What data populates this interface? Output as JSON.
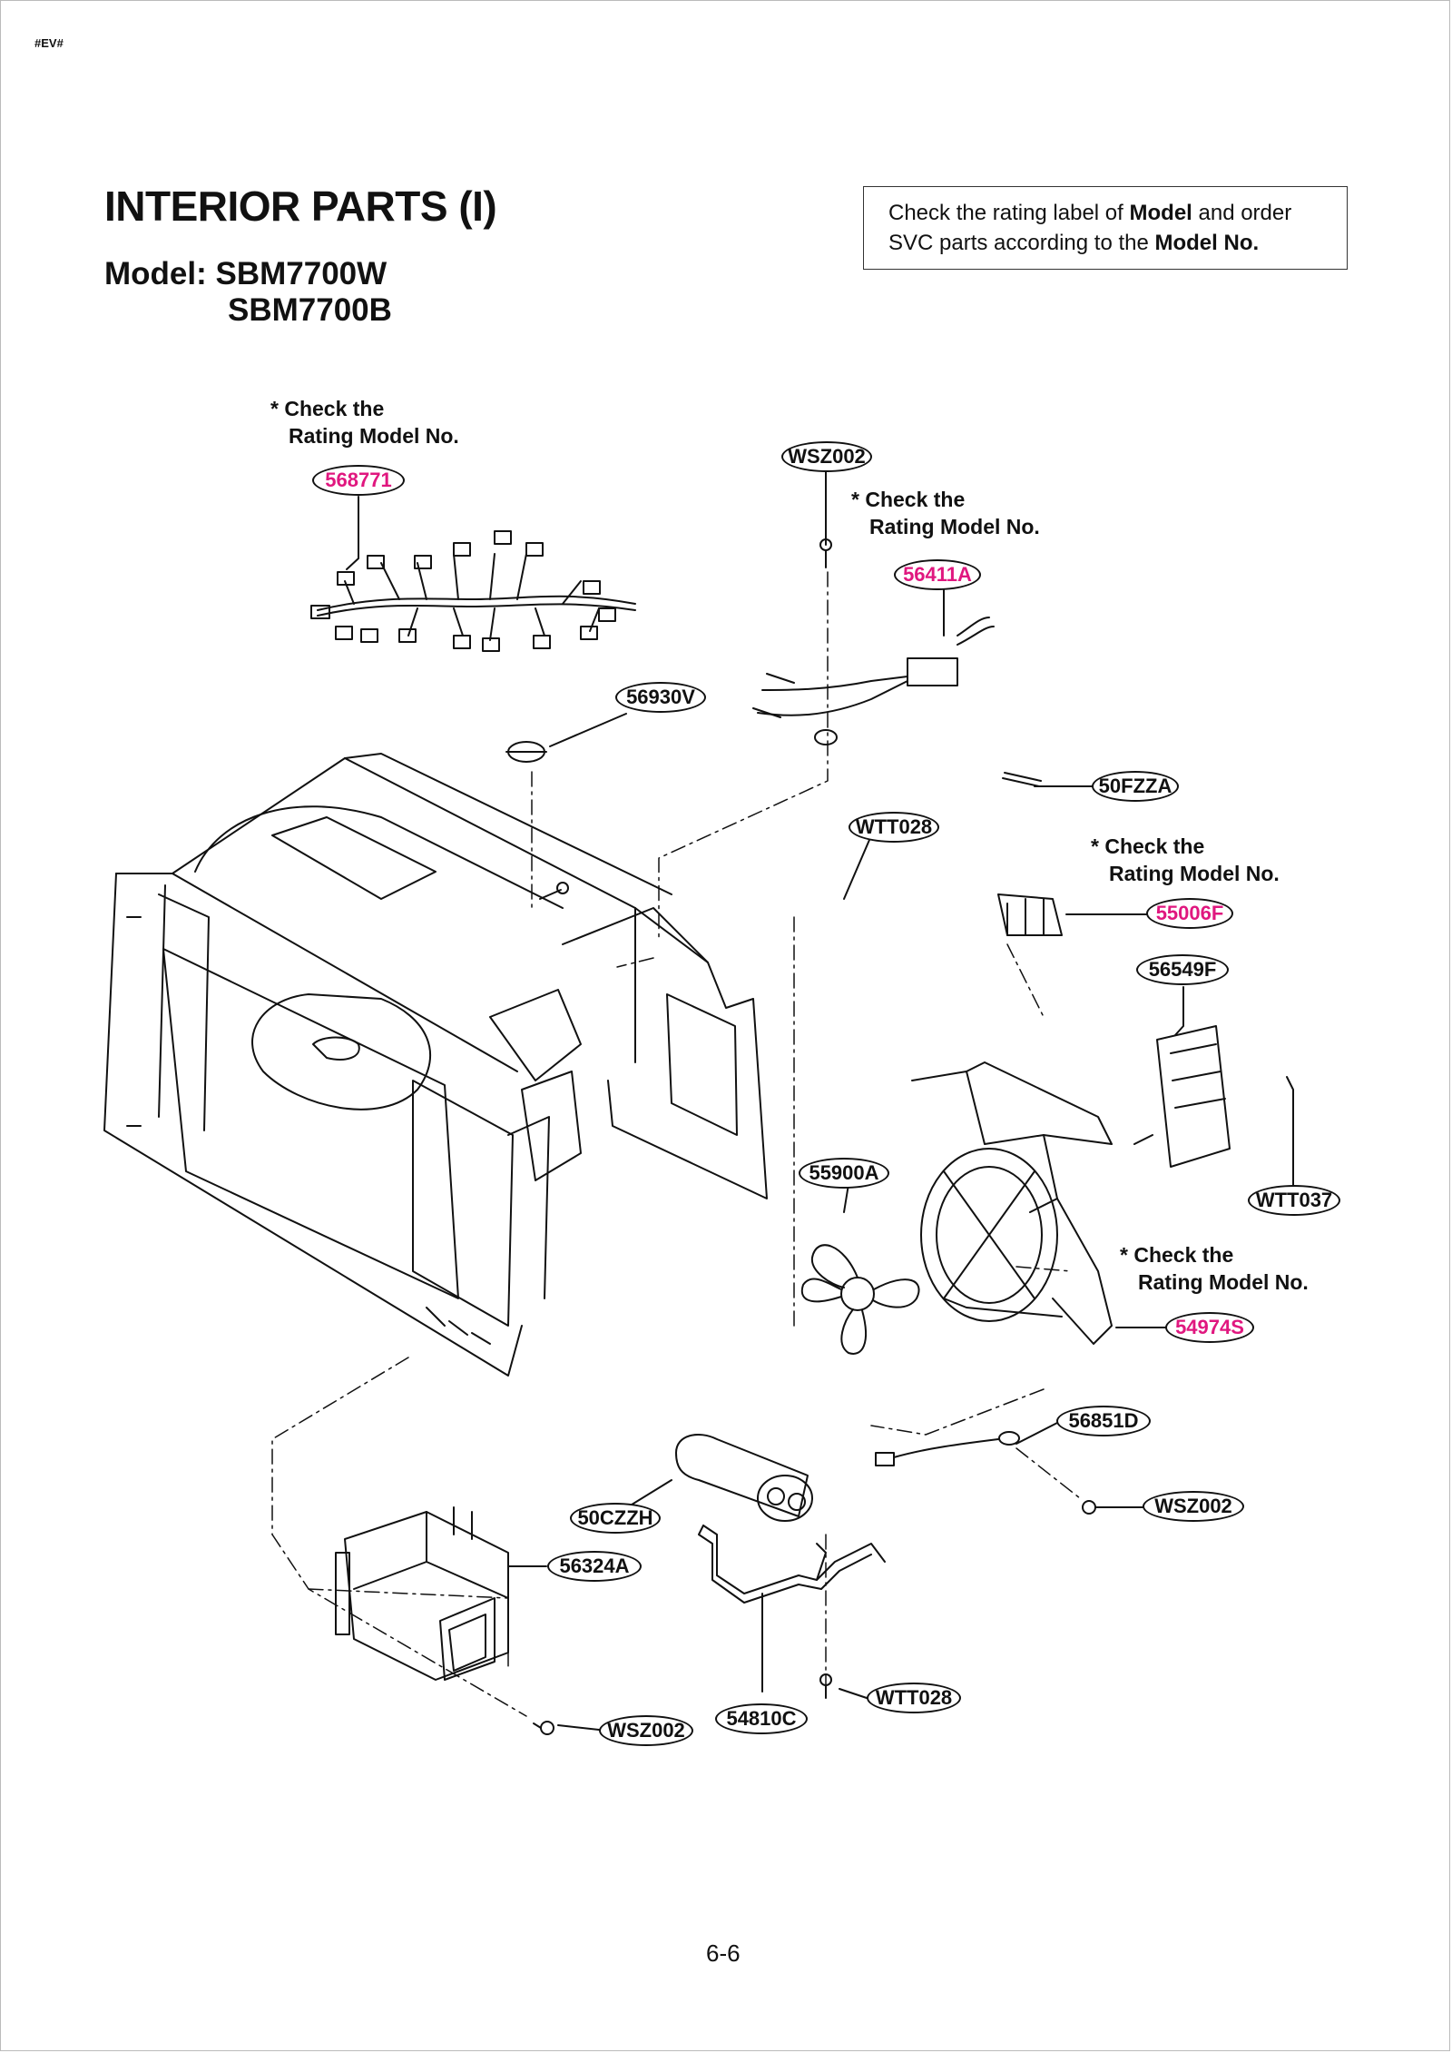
{
  "header": {
    "tag": "#EV#",
    "title": "INTERIOR PARTS (I)",
    "model_line1": "Model: SBM7700W",
    "model_line2": "SBM7700B"
  },
  "notice": {
    "text1": "Check the rating label of ",
    "bold1": "Model",
    "text2": " and order",
    "text3": "SVC parts according to the ",
    "bold2": "Model No."
  },
  "check_notes": {
    "line1": "* Check the",
    "line2": "Rating Model No."
  },
  "part_labels": {
    "harness": "568771",
    "screw_top": "WSZ002",
    "cord_top": "56411A",
    "thermostat": "56930V",
    "pin": "50FZZA",
    "screw_mid": "WTT028",
    "fuse_holder": "55006F",
    "motor": "56549F",
    "screw_motor": "WTT037",
    "fan": "55900A",
    "fan_duct": "54974S",
    "sensor": "56851D",
    "screw_sensor": "WSZ002",
    "capacitor": "50CZZH",
    "magnetron": "56324A",
    "bracket": "54810C",
    "screw_bottom_right": "WTT028",
    "screw_bottom_left": "WSZ002"
  },
  "colors": {
    "accent_pink": "#e0177f",
    "line": "#111111"
  },
  "footer": {
    "page_number": "6-6"
  }
}
